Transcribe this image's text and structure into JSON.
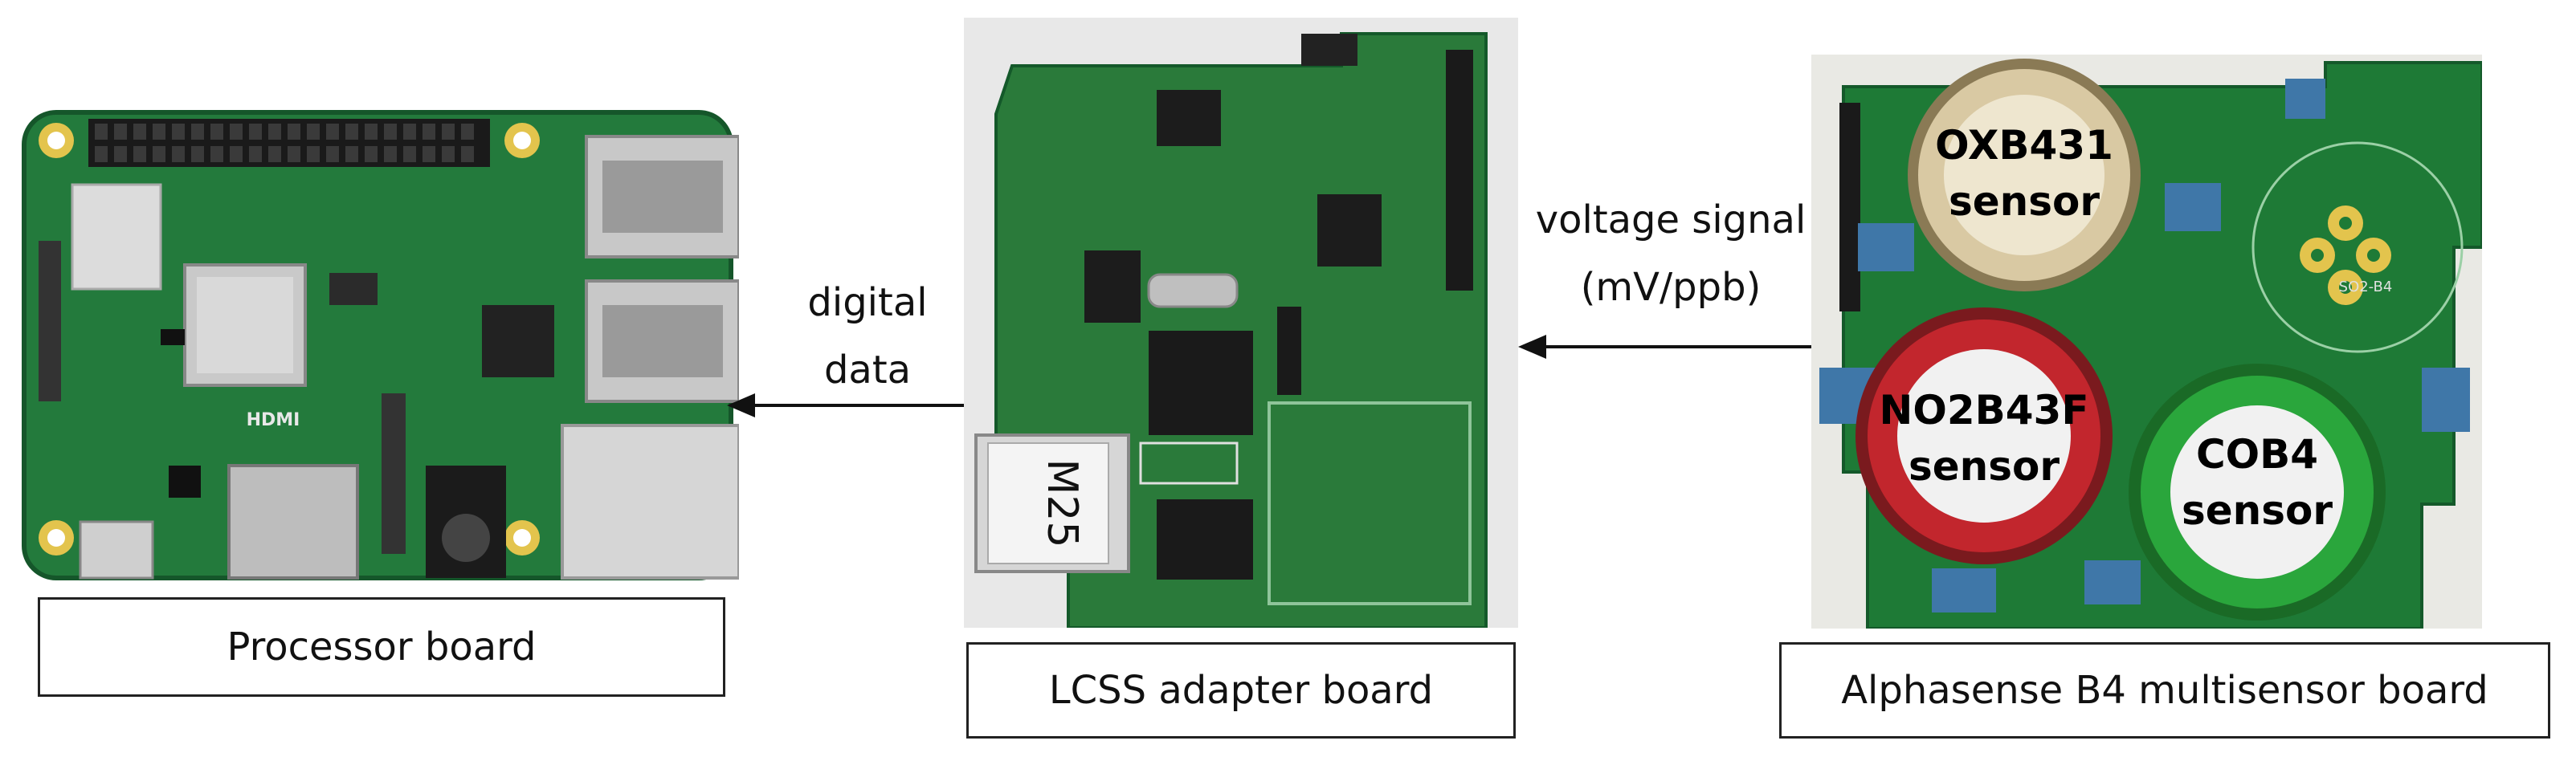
{
  "boards": {
    "processor": {
      "label": "Processor board"
    },
    "adapter": {
      "label": "LCSS adapter board",
      "sticker": "M25"
    },
    "sensor": {
      "label": "Alphasense B4 multisensor board"
    }
  },
  "arrows": {
    "left": {
      "line1": "digital",
      "line2": "data"
    },
    "right": {
      "line1": "voltage signal",
      "line2": "(mV/ppb)"
    }
  },
  "sensors": {
    "oxb": {
      "name": "OXB431",
      "word": "sensor"
    },
    "no2": {
      "name": "NO2B43F",
      "word": "sensor"
    },
    "co": {
      "name": "COB4",
      "word": "sensor"
    }
  },
  "pcb_marks": {
    "processor_hdmi": "HDMI",
    "sensor_slot": "SO2-B4"
  },
  "colors": {
    "pcb_green": "#1f7a3a",
    "pcb_dark": "#14592a",
    "oxb_cap": "#d9c9a3",
    "no2_cap": "#c2262d",
    "co_cap": "#2aa63c"
  }
}
